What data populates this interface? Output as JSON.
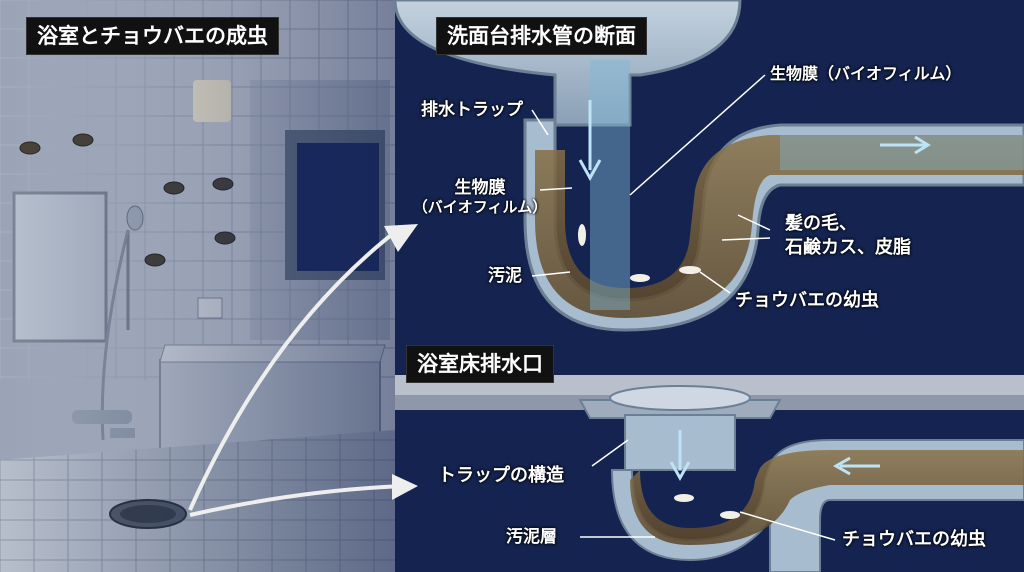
{
  "panels": {
    "bathroom_title": "浴室とチョウバエの成虫",
    "sink_title": "洗面台排水管の断面",
    "floor_title": "浴室床排水口"
  },
  "sink_labels": {
    "trap": "排水トラップ",
    "biofilm_top": "生物膜（バイオフィルム）",
    "biofilm_left_1": "生物膜",
    "biofilm_left_2": "（バイオフィルム）",
    "hair_1": "髪の毛、",
    "hair_2": "石鹸カス、皮脂",
    "sludge": "汚泥",
    "larvae": "チョウバエの幼虫"
  },
  "floor_labels": {
    "trap_structure": "トラップの構造",
    "sludge_layer": "汚泥層",
    "larvae": "チョウバエの幼虫"
  },
  "colors": {
    "navy": "#14234f",
    "pipe": "#9db3c8",
    "sludge": "#6b5534",
    "water": "#7fb7d8",
    "wall": "#d9dee6"
  }
}
